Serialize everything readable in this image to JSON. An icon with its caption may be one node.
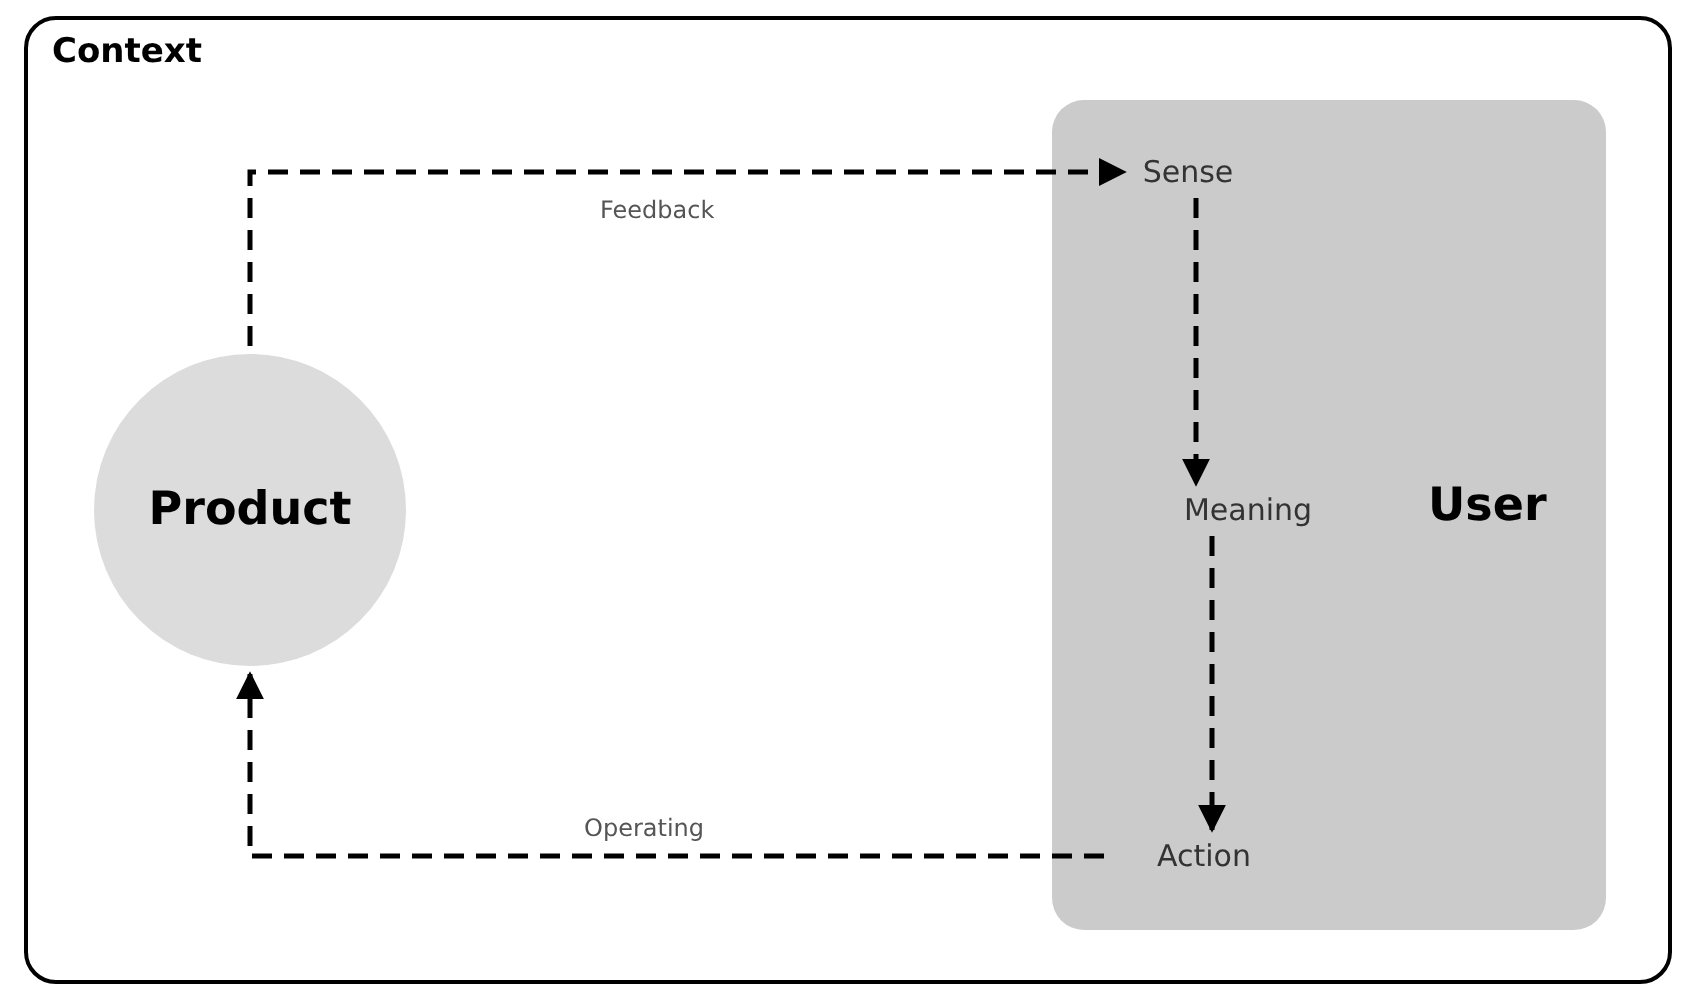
{
  "diagram": {
    "nodes": [
      {
        "text": [
          "Context"
        ]
      },
      {
        "text": [
          "Product"
        ],
        "in": 0
      },
      {
        "text": [
          "User"
        ],
        "in": 0
      },
      {
        "text": [
          "Sense"
        ],
        "in": 2
      },
      {
        "text": [
          "Meaning"
        ],
        "in": 2
      },
      {
        "text": [
          "Action"
        ],
        "in": 2
      }
    ],
    "edges": [
      {
        "from": 1,
        "to": 3,
        "label": "Feedback",
        "arrow": "to",
        "style": "dashed"
      },
      {
        "from": 3,
        "to": 4,
        "arrow": "to",
        "style": "dashed"
      },
      {
        "from": 4,
        "to": 5,
        "arrow": "to",
        "style": "dashed"
      },
      {
        "from": 5,
        "to": 1,
        "label": "Operating",
        "arrow": "to",
        "style": "dashed"
      }
    ]
  }
}
